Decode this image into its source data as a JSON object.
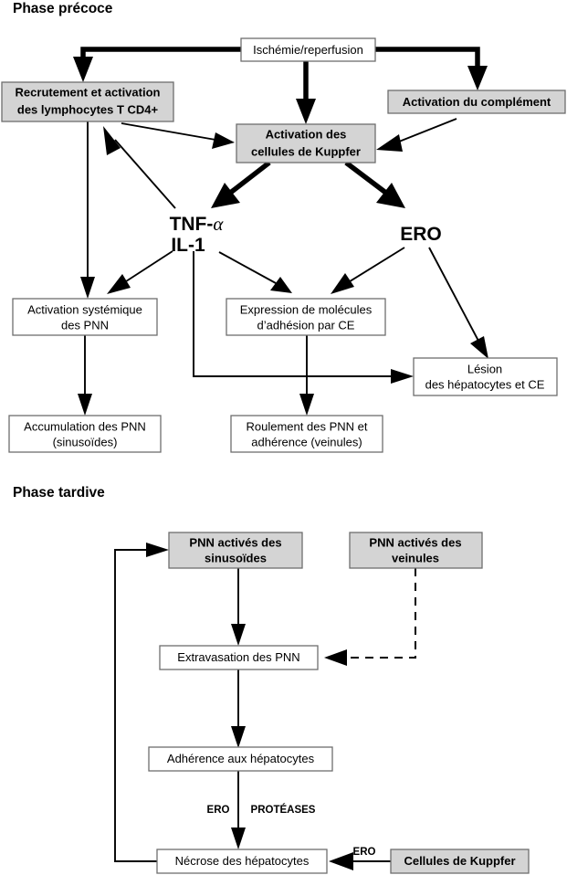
{
  "figure": {
    "type": "flowchart",
    "language": "fr",
    "colors": {
      "shaded_box_fill": "#d4d4d4",
      "plain_box_fill": "#ffffff",
      "box_stroke": "#6e6e6e",
      "edge": "#000000",
      "text": "#000000"
    }
  },
  "sections": {
    "early": {
      "title": "Phase précoce"
    },
    "late": {
      "title": "Phase tardive"
    }
  },
  "nodes": {
    "ischemie": {
      "line1": "Ischémie/reperfusion",
      "style": "plain"
    },
    "lymphocytes": {
      "line1": "Recrutement et activation",
      "line2": "des lymphocytes T CD4+",
      "style": "shaded"
    },
    "complement": {
      "line1": "Activation du complément",
      "style": "shaded"
    },
    "kuppfer": {
      "line1": "Activation des",
      "line2": "cellules de Kuppfer",
      "style": "shaded"
    },
    "tnf": {
      "line1": "TNF-",
      "alpha": "α",
      "line2": "IL-1"
    },
    "ero": {
      "line1": "ERO"
    },
    "activation_pnn": {
      "line1": "Activation systémique",
      "line2": "des PNN",
      "style": "plain"
    },
    "expression": {
      "line1": "Expression de molécules",
      "line2": "d’adhésion par CE",
      "style": "plain"
    },
    "lesion": {
      "line1": "Lésion",
      "line2": "des hépatocytes et CE",
      "style": "plain"
    },
    "accumulation": {
      "line1": "Accumulation des PNN",
      "line2": "(sinusoïdes)",
      "style": "plain"
    },
    "roulement": {
      "line1": "Roulement des PNN et",
      "line2": "adhérence (veinules)",
      "style": "plain"
    },
    "pnn_sinusoides": {
      "line1": "PNN activés des",
      "line2": "sinusoïdes",
      "style": "shaded"
    },
    "pnn_veinules": {
      "line1": "PNN activés des",
      "line2": "veinules",
      "style": "shaded"
    },
    "extravasation": {
      "line1": "Extravasation des PNN",
      "style": "plain"
    },
    "adherence": {
      "line1": "Adhérence aux hépatocytes",
      "style": "plain"
    },
    "necrose": {
      "line1": "Nécrose des hépatocytes",
      "style": "plain"
    },
    "kuppfer_late": {
      "line1": "Cellules de Kuppfer",
      "style": "shaded"
    }
  },
  "edge_labels": {
    "ero_mid": "ERO",
    "proteases": "PROTÉASES",
    "ero_kuppfer": "ERO"
  }
}
